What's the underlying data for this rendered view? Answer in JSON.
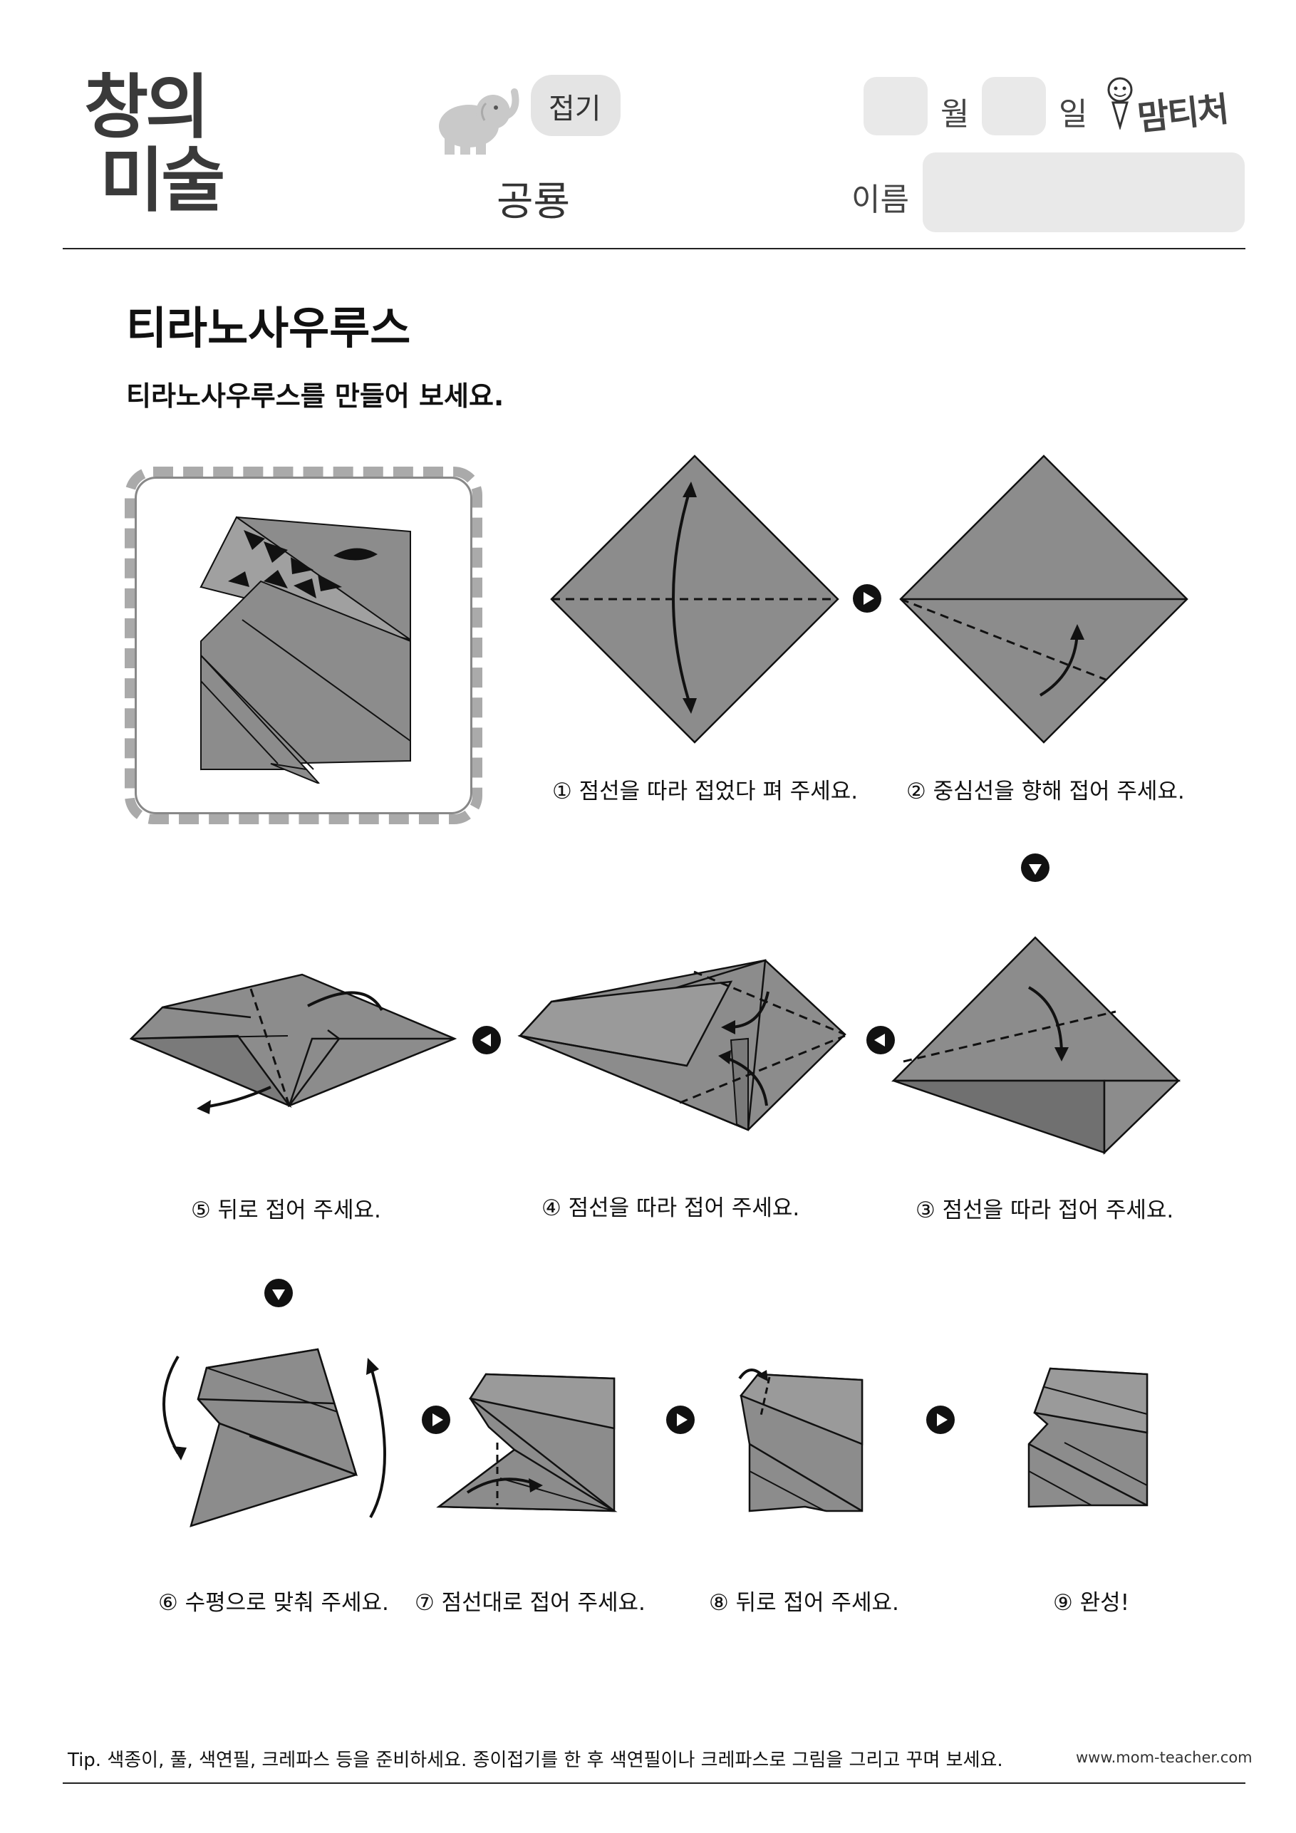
{
  "header": {
    "logo_line1": "창의",
    "logo_line2": "미술",
    "bubble_label": "접기",
    "category": "공룡",
    "month_label": "월",
    "day_label": "일",
    "name_label": "이름",
    "brand": "맘티처"
  },
  "title": "티라노사우루스",
  "subtitle": "티라노사우루스를 만들어 보세요.",
  "steps": [
    {
      "label": "① 점선을 따라 접었다 펴 주세요."
    },
    {
      "label": "② 중심선을 향해 접어 주세요."
    },
    {
      "label": "③ 점선을 따라 접어 주세요."
    },
    {
      "label": "④ 점선을 따라 접어 주세요."
    },
    {
      "label": "⑤ 뒤로 접어 주세요."
    },
    {
      "label": "⑥ 수평으로 맞춰 주세요."
    },
    {
      "label": "⑦ 점선대로 접어 주세요."
    },
    {
      "label": "⑧ 뒤로 접어 주세요."
    },
    {
      "label": "⑨ 완성!"
    }
  ],
  "footer": {
    "tip": "Tip. 색종이, 풀, 색연필, 크레파스 등을 준비하세요. 종이접기를 한 후 색연필이나 크레파스로 그림을 그리고 꾸며 보세요.",
    "url": "www.mom-teacher.com"
  },
  "colors": {
    "paper": "#8c8c8c",
    "paper_dark": "#6f6f6f",
    "paper_light": "#a8a8a8",
    "box_bg": "#e9e9e9"
  }
}
